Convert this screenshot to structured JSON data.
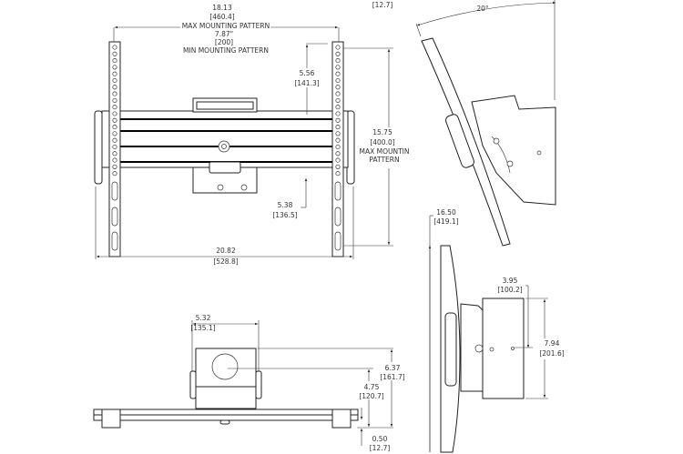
{
  "front_view": {
    "width_max": {
      "in": "18.13",
      "mm": "[460.4]",
      "label": "MAX MOUNTING PATTERN"
    },
    "width_min": {
      "in": "7.87\"",
      "mm": "[200]",
      "label": "MIN MOUNTING PATTERN"
    },
    "top_offset": {
      "in": "5.56",
      "mm": "[141.3]"
    },
    "height_max": {
      "in": "15.75",
      "mm": "[400.0]",
      "label1": "MAX MOUNTIN",
      "label2": "PATTERN"
    },
    "lower_offset": {
      "in": "5.38",
      "mm": "[136.5]"
    },
    "overall_width": {
      "in": "20.82",
      "mm": "[528.8]"
    },
    "top_right_mm": "[12.7]"
  },
  "tilt_view": {
    "angle": "20°"
  },
  "side_view": {
    "height": {
      "in": "16.50",
      "mm": "[419.1]"
    },
    "depth": {
      "in": "3.95",
      "mm": "[100.2]"
    },
    "bracket_height": {
      "in": "7.94",
      "mm": "[201.6]"
    }
  },
  "bottom_view": {
    "width": {
      "in": "5.32",
      "mm": "[135.1]"
    },
    "depth_max": {
      "in": "6.37",
      "mm": "[161.7]"
    },
    "depth_mid": {
      "in": "4.75",
      "mm": "[120.7]"
    },
    "offset": {
      "in": "0.50",
      "mm": "[12.7]"
    }
  }
}
